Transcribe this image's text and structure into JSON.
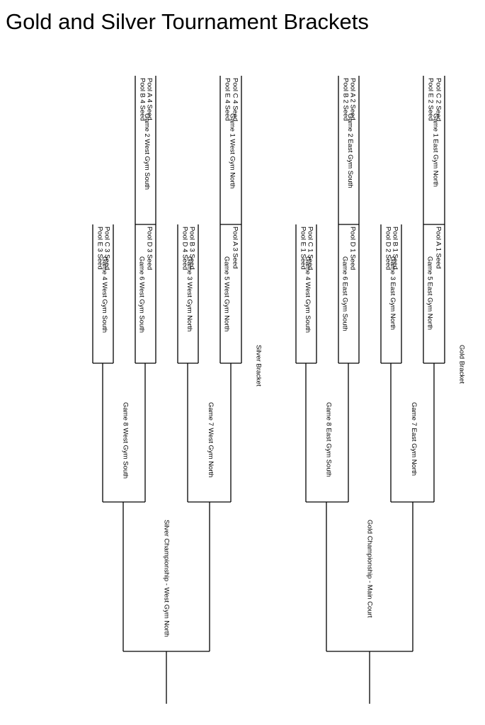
{
  "title": "Gold and Silver Tournament Brackets",
  "gold": {
    "label": "Gold Bracket",
    "round1": [
      {
        "game": "Game 1 East Gym North",
        "team_top": "Pool C 2 Seed",
        "team_bottom": "Pool E 2 Seed"
      },
      {
        "game": "Game 2 East Gym South",
        "team_top": "Pool A 2 Seed",
        "team_bottom": "Pool B 2 Seed"
      }
    ],
    "round2": [
      {
        "game": "Game 5 East Gym North",
        "seed": "Pool A 1 Seed"
      },
      {
        "game": "Game 3 East Gym North",
        "team_top": "Pool B 1 Seed",
        "team_bottom": "Pool D 2 Seed"
      },
      {
        "game": "Game 6 East Gym South",
        "seed": "Pool D 1 Seed"
      },
      {
        "game": "Game 4 West Gym South",
        "team_top": "Pool C 1 Seed",
        "team_bottom": "Pool E 1 Seed"
      }
    ],
    "semifinals": [
      "Game 7 East Gym North",
      "Game 8 East Gym South"
    ],
    "championship": "Gold Championship - Main Court"
  },
  "silver": {
    "label": "Silver Bracket",
    "round1": [
      {
        "game": "Game 1 West Gym North",
        "team_top": "Pool C 4 Seed",
        "team_bottom": "Pool E 4 Seed"
      },
      {
        "game": "Game 2 West Gym South",
        "team_top": "Pool A 4 Seed",
        "team_bottom": "Pool B 4 Seed"
      }
    ],
    "round2": [
      {
        "game": "Game 5 West Gym North",
        "seed": "Pool A 3 Seed"
      },
      {
        "game": "Game 3 West Gym North",
        "team_top": "Pool B 3 Seed",
        "team_bottom": "Pool D 4 Seed"
      },
      {
        "game": "Game 6 West Gym South",
        "seed": "Pool D 3 Seed"
      },
      {
        "game": "Game 4 West Gym South",
        "team_top": "Pool C 3 Seed",
        "team_bottom": "Pool E 3 Seed"
      }
    ],
    "semifinals": [
      "Game 7 West Gym North",
      "Game 8 West Gym South"
    ],
    "championship": "Silver Championship - West Gym North"
  }
}
